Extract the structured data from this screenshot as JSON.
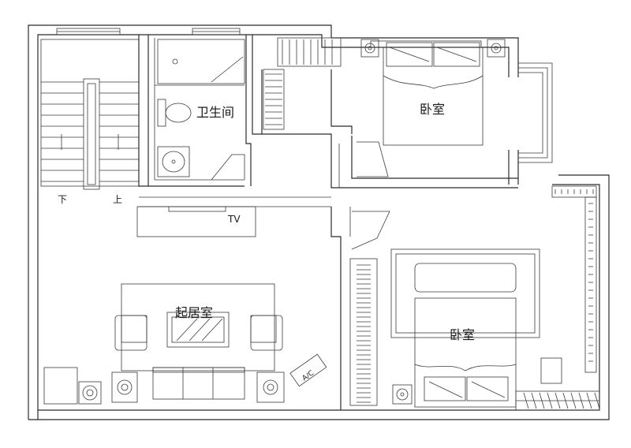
{
  "rooms": {
    "bathroom": "卫生间",
    "bedroom_top": "卧室",
    "bedroom_bottom": "卧室",
    "living_room": "起居室"
  },
  "stairs": {
    "down": "下",
    "up": "上"
  },
  "tv": "TV",
  "ac_unit": "A/C"
}
